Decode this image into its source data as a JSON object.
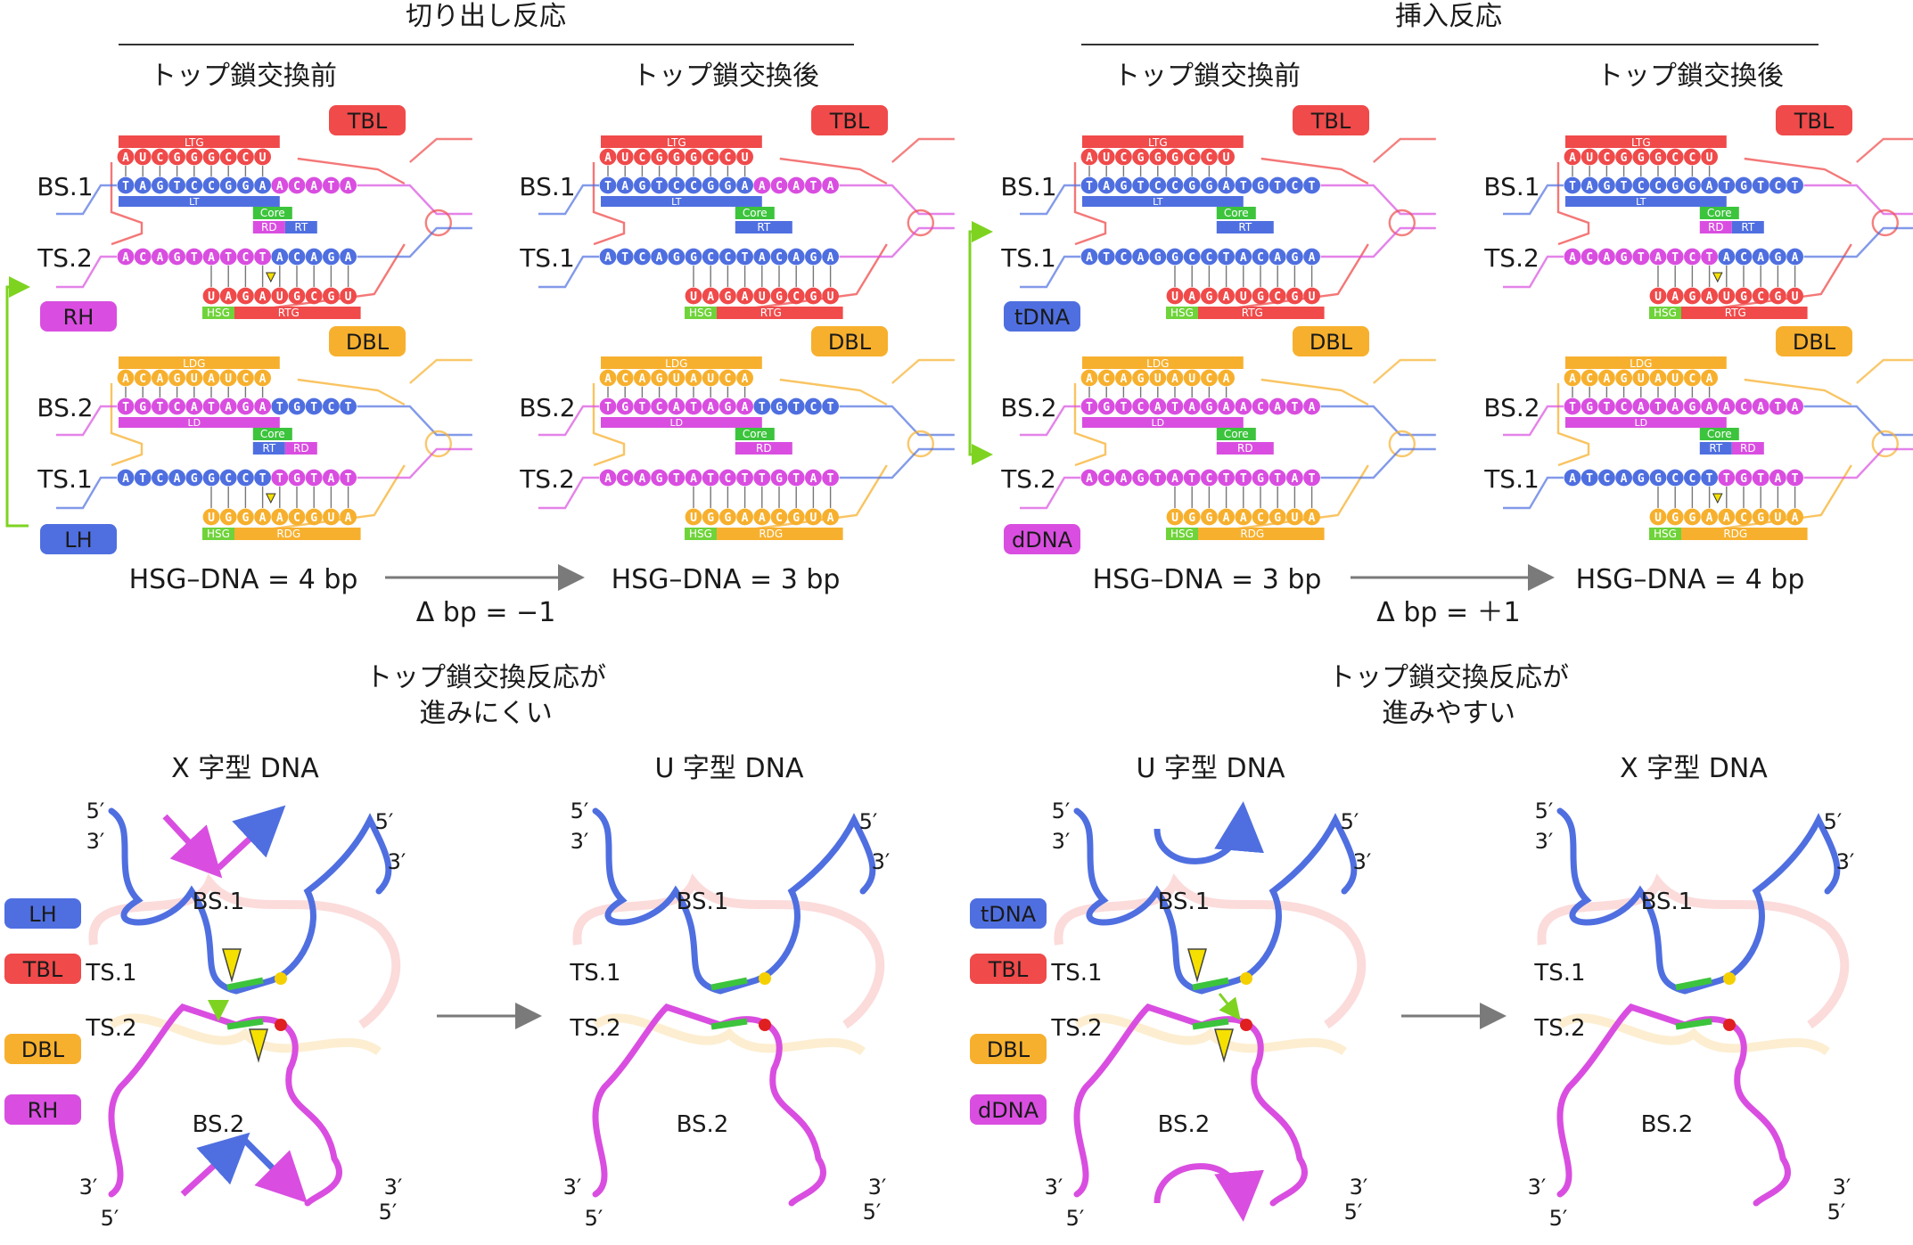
{
  "sections": {
    "left_title": "切り出し反応",
    "right_title": "挿入反応"
  },
  "panels": [
    {
      "heading": "トップ鎖交換前",
      "upper": {
        "label_top": "BS.1",
        "label_bot": "TS.2",
        "tag": "TBL",
        "guide_top": "LTG",
        "seq_guide_top": "AUCGGGCCU",
        "seq_bs": "TAGTCCGGAACATA",
        "bs_split": 9,
        "seq_ts": "ACAGTATCTACAGA",
        "ts_split": 9,
        "seq_guide_bot": "UAGAUGCGU",
        "mid_labels": [
          "LT",
          "Core",
          "RD",
          "RT"
        ],
        "bot_labels": [
          "HSG",
          "RTG"
        ],
        "bs_color": "blue",
        "ts_color": "magenta"
      },
      "lower": {
        "label_top": "BS.2",
        "label_bot": "TS.1",
        "tag": "DBL",
        "guide_top": "LDG",
        "seq_guide_top": "ACAGUAUCA",
        "seq_bs": "TGTCATAGATGTCT",
        "bs_split": 9,
        "seq_ts": "ATCAGGCCTTGTAT",
        "ts_split": 9,
        "seq_guide_bot": "UGGAACGUA",
        "mid_labels": [
          "LD",
          "Core",
          "RT",
          "RD"
        ],
        "bot_labels": [
          "HSG",
          "RDG"
        ],
        "bs_color": "magenta",
        "ts_color": "blue"
      },
      "side_tags": [
        "RH",
        "LH"
      ],
      "footer": "HSG–DNA = 4 bp"
    },
    {
      "heading": "トップ鎖交換後",
      "upper": {
        "label_top": "BS.1",
        "label_bot": "TS.1",
        "tag": "TBL",
        "guide_top": "LTG",
        "seq_guide_top": "AUCGGGCCU",
        "seq_bs": "TAGTCCGGAACATA",
        "bs_split": 9,
        "seq_ts": "ATCAGGCCTACAGA",
        "ts_split": 14,
        "seq_guide_bot": "UAGAUGCGU",
        "mid_labels": [
          "LT",
          "Core",
          "RT"
        ],
        "bot_labels": [
          "HSG",
          "RTG"
        ],
        "bs_color": "blue",
        "ts_color": "blue"
      },
      "lower": {
        "label_top": "BS.2",
        "label_bot": "TS.2",
        "tag": "DBL",
        "guide_top": "LDG",
        "seq_guide_top": "ACAGUAUCA",
        "seq_bs": "TGTCATAGATGTCT",
        "bs_split": 9,
        "seq_ts": "ACAGTATCTTGTAT",
        "ts_split": 14,
        "seq_guide_bot": "UGGAACGUA",
        "mid_labels": [
          "LD",
          "Core",
          "RD"
        ],
        "bot_labels": [
          "HSG",
          "RDG"
        ],
        "bs_color": "magenta",
        "ts_color": "magenta"
      },
      "footer": "HSG–DNA = 3 bp"
    },
    {
      "heading": "トップ鎖交換前",
      "upper": {
        "label_top": "BS.1",
        "label_bot": "TS.1",
        "tag": "TBL",
        "guide_top": "LTG",
        "seq_guide_top": "AUCGGGCCU",
        "seq_bs": "TAGTCCGGATGTCT",
        "bs_split": 14,
        "seq_ts": "ATCAGGCCTACAGA",
        "ts_split": 14,
        "seq_guide_bot": "UAGAUGCGU",
        "mid_labels": [
          "LT",
          "Core",
          "RT"
        ],
        "bot_labels": [
          "HSG",
          "RTG"
        ],
        "bs_color": "blue",
        "ts_color": "blue"
      },
      "lower": {
        "label_top": "BS.2",
        "label_bot": "TS.2",
        "tag": "DBL",
        "guide_top": "LDG",
        "seq_guide_top": "ACAGUAUCA",
        "seq_bs": "TGTCATAGAACATA",
        "bs_split": 14,
        "seq_ts": "ACAGTATCTTGTAT",
        "ts_split": 14,
        "seq_guide_bot": "UGGAACGUA",
        "mid_labels": [
          "LD",
          "Core",
          "RD"
        ],
        "bot_labels": [
          "HSG",
          "RDG"
        ],
        "bs_color": "magenta",
        "ts_color": "magenta"
      },
      "side_tags": [
        "tDNA",
        "dDNA"
      ],
      "footer": "HSG–DNA = 3 bp"
    },
    {
      "heading": "トップ鎖交換後",
      "upper": {
        "label_top": "BS.1",
        "label_bot": "TS.2",
        "tag": "TBL",
        "guide_top": "LTG",
        "seq_guide_top": "AUCGGGCCU",
        "seq_bs": "TAGTCCGGATGTCT",
        "bs_split": 14,
        "seq_ts": "ACAGTATCTACAGA",
        "ts_split": 9,
        "seq_guide_bot": "UAGAUGCGU",
        "mid_labels": [
          "LT",
          "Core",
          "RD",
          "RT"
        ],
        "bot_labels": [
          "HSG",
          "RTG"
        ],
        "bs_color": "blue",
        "ts_color": "magenta"
      },
      "lower": {
        "label_top": "BS.2",
        "label_bot": "TS.1",
        "tag": "DBL",
        "guide_top": "LDG",
        "seq_guide_top": "ACAGUAUCA",
        "seq_bs": "TGTCATAGAACATA",
        "bs_split": 14,
        "seq_ts": "ATCAGGCCTTGTAT",
        "ts_split": 9,
        "seq_guide_bot": "UGGAACGUA",
        "mid_labels": [
          "LD",
          "Core",
          "RT",
          "RD"
        ],
        "bot_labels": [
          "HSG",
          "RDG"
        ],
        "bs_color": "magenta",
        "ts_color": "blue"
      },
      "footer": "HSG–DNA = 4 bp"
    }
  ],
  "deltas": [
    "Δ bp = −1",
    "Δ bp = ＋1"
  ],
  "notes": {
    "left": [
      "トップ鎖交換反応が",
      "進みにくい"
    ],
    "right": [
      "トップ鎖交換反応が",
      "進みやすい"
    ]
  },
  "structures": [
    {
      "title": "X 字型 DNA",
      "tags": [
        "LH",
        "TBL",
        "DBL",
        "RH"
      ],
      "labels": [
        "BS.1",
        "TS.1",
        "TS.2",
        "BS.2"
      ]
    },
    {
      "title": "U 字型 DNA",
      "labels": [
        "BS.1",
        "TS.1",
        "TS.2",
        "BS.2"
      ]
    },
    {
      "title": "U 字型 DNA",
      "tags": [
        "tDNA",
        "TBL",
        "DBL",
        "dDNA"
      ],
      "labels": [
        "BS.1",
        "TS.1",
        "TS.2",
        "BS.2"
      ]
    },
    {
      "title": "X 字型 DNA",
      "labels": [
        "BS.1",
        "TS.1",
        "TS.2",
        "BS.2"
      ]
    }
  ],
  "ends": {
    "five": "5′",
    "three": "3′"
  },
  "colors": {
    "blue": "#4f6fe0",
    "magenta": "#d94ee0",
    "red": "#f04a4a",
    "orange": "#f7b02e",
    "green": "#6fd33a",
    "core_green": "#3cc43c",
    "gray": "#7a7a7a"
  }
}
